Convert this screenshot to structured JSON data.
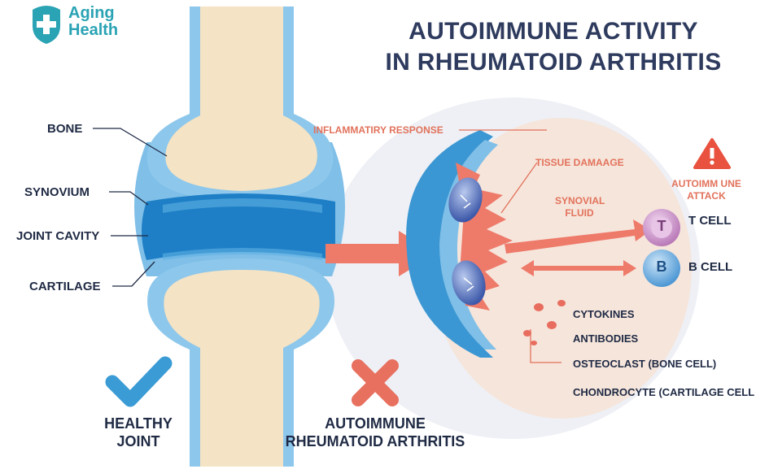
{
  "logo": {
    "line1": "Aging",
    "line2": "Health",
    "icon": "cross-shield-icon",
    "color": "#2aa3b4"
  },
  "title": {
    "line1": "AUTOIMMUNE ACTIVITY",
    "line2": "IN RHEUMATOID ARTHRITIS"
  },
  "joint_labels": {
    "bone": "BONE",
    "synovium": "SYNOVIUM",
    "joint_cavity": "JOINT CAVITY",
    "cartilage": "CARTILAGE"
  },
  "inflammation": {
    "inflammatory_response": "INFLAMMATIRY RESPONSE",
    "tissue_damage": "TISSUE DAMAAGE",
    "synovial_fluid_1": "SYNOVIAL",
    "synovial_fluid_2": "FLUID",
    "attack_1": "AUTOIMM UNE",
    "attack_2": "ATTACK",
    "warning_icon": "warning-triangle-icon"
  },
  "cells": {
    "t_letter": "T",
    "t_label": "T CELL",
    "b_letter": "B",
    "b_label": "B CELL"
  },
  "legend": {
    "cytokines": "CYTOKINES",
    "antibodies": "ANTIBODIES",
    "osteoclast": "OSTEOCLAST (BONE CELL)",
    "chondrocyte": "CHONDROCYTE (CARTILAGE CELL"
  },
  "status": {
    "healthy_1": "HEALTHY",
    "healthy_2": "JOINT",
    "ra_1": "AUTOIMMUNE",
    "ra_2": "RHEUMATOID ARTHRITIS",
    "check_icon": "check-icon",
    "x_icon": "x-icon"
  },
  "colors": {
    "bone": "#f4e3c4",
    "synovium": "#3b97d3",
    "cavity": "#1e7fc6",
    "inflammation": "#ee7a6a",
    "accent_teal": "#2aa3b4",
    "check": "#3a9bd5",
    "x_mark": "#e8705f",
    "t_cell": "#c889c7",
    "b_cell": "#5aa9e0"
  }
}
